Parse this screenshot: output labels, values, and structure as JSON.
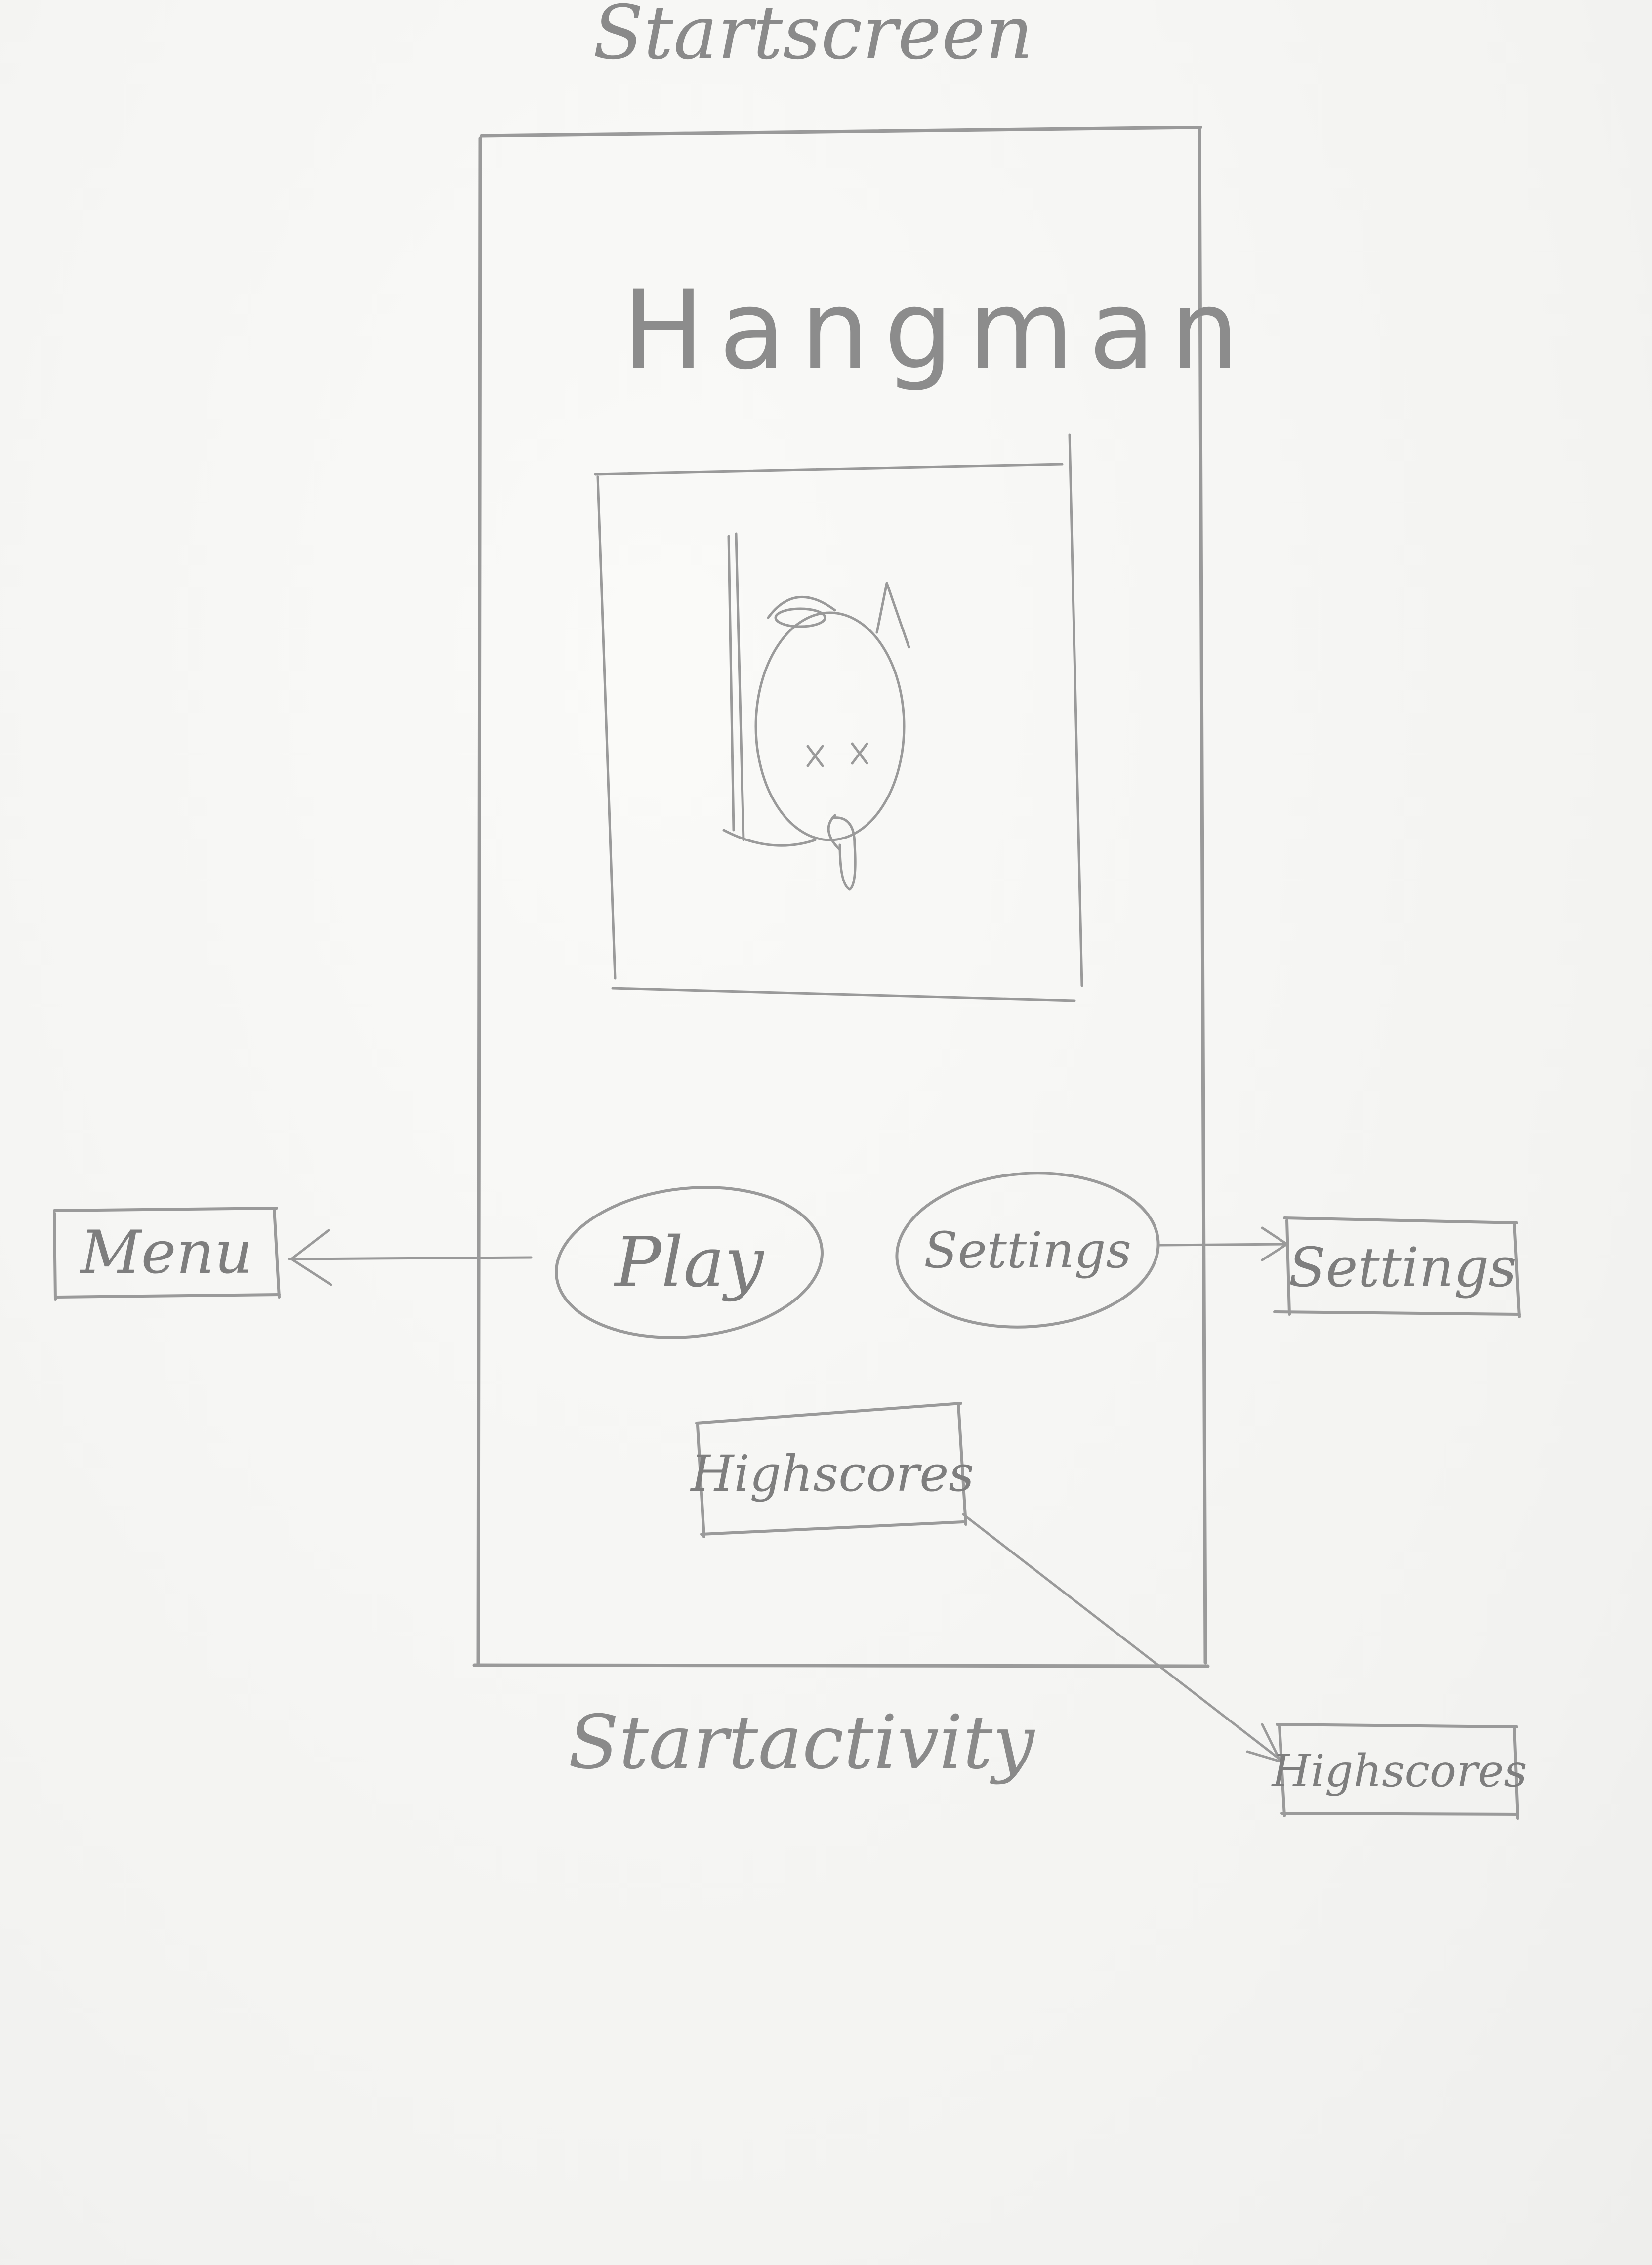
{
  "diagram": {
    "top_caption": "Startscreen",
    "bottom_caption": "Startactivity",
    "app_title": "Hangman",
    "buttons": {
      "play": "Play",
      "settings": "Settings",
      "highscores": "Highscores"
    },
    "targets": {
      "menu": "Menu",
      "settings": "Settings",
      "highscores": "Highscores"
    },
    "image": {
      "icon": "hanged-cat-icon"
    },
    "colors": {
      "pencil": "#9a9a9a",
      "paper": "#f6f6f4"
    }
  }
}
